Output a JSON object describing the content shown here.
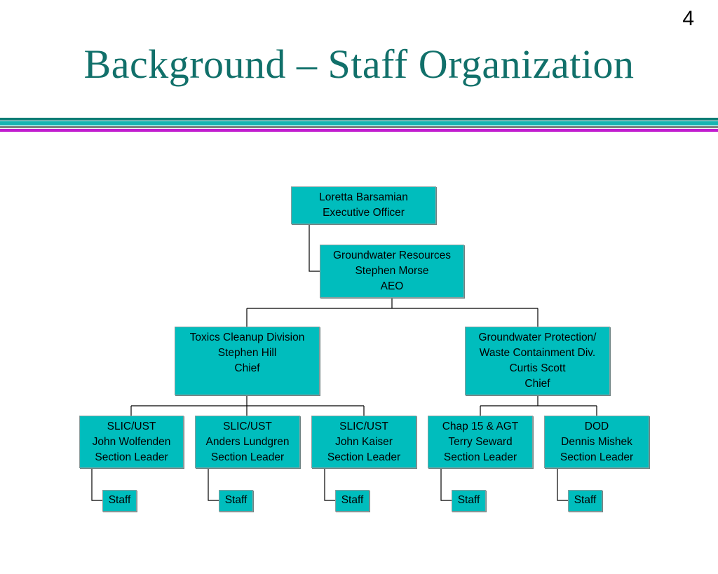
{
  "page_number": "4",
  "title": "Background – Staff Organization",
  "org": {
    "executive": [
      "Loretta Barsamian",
      "Executive Officer"
    ],
    "aeo": [
      "Groundwater Resources",
      "Stephen Morse",
      "AEO"
    ],
    "toxics": [
      "Toxics Cleanup Division",
      "Stephen Hill",
      "Chief"
    ],
    "gwp": [
      "Groundwater Protection/",
      "Waste Containment Div.",
      "Curtis Scott",
      "Chief"
    ],
    "sections": [
      [
        "SLIC/UST",
        "John Wolfenden",
        "Section Leader"
      ],
      [
        "SLIC/UST",
        "Anders Lundgren",
        "Section Leader"
      ],
      [
        "SLIC/UST",
        "John Kaiser",
        "Section Leader"
      ],
      [
        "Chap 15 & AGT",
        "Terry Seward",
        "Section Leader"
      ],
      [
        "DOD",
        "Dennis Mishek",
        "Section Leader"
      ]
    ],
    "staff_label": "Staff"
  }
}
